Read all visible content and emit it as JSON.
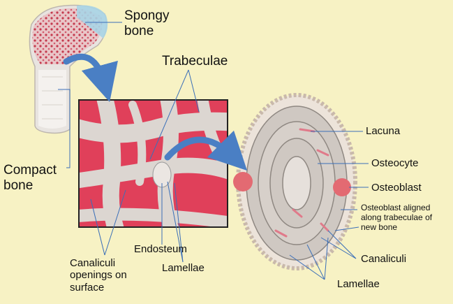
{
  "labels": {
    "spongy_bone": [
      "Spongy",
      "bone"
    ],
    "trabeculae": "Trabeculae",
    "compact_bone": [
      "Compact",
      "bone"
    ],
    "endosteum": "Endosteum",
    "lamellae_center": "Lamellae",
    "canaliculi_openings": [
      "Canaliculi",
      "openings on",
      "surface"
    ],
    "lacuna": "Lacuna",
    "osteocyte": "Osteocyte",
    "osteoblast": "Osteoblast",
    "osteoblast_aligned": [
      "Osteoblast aligned",
      "along trabeculae of",
      "new bone"
    ],
    "canaliculi_right": "Canaliculi",
    "lamellae_right": "Lamellae"
  },
  "colors": {
    "background": "#f7f2c4",
    "marrow_red": "#e0405a",
    "bone_gray": "#d9d4d0",
    "arrow_blue": "#4a7fc4",
    "leader_line": "#3b6fb8",
    "cartilage_blue": "#a8d4e6"
  }
}
